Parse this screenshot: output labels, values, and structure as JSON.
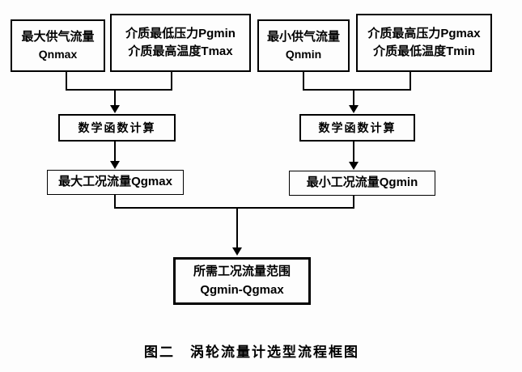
{
  "diagram": {
    "nodes": {
      "max_supply_flow": {
        "line1": "最大供气流量",
        "line2": "Qnmax"
      },
      "min_pressure_max_temp": {
        "line1": "介质最低压力Pgmin",
        "line2": "介质最高温度Tmax"
      },
      "min_supply_flow": {
        "line1": "最小供气流量",
        "line2": "Qnmin"
      },
      "max_pressure_min_temp": {
        "line1": "介质最高压力Pgmax",
        "line2": "介质最低温度Tmin"
      },
      "math_calc_left": {
        "label": "数学函数计算"
      },
      "math_calc_right": {
        "label": "数学函数计算"
      },
      "max_working_flow": {
        "label": "最大工况流量Qgmax"
      },
      "min_working_flow": {
        "label": "最小工况流量Qgmin"
      },
      "required_flow_range": {
        "line1": "所需工况流量范围",
        "line2": "Qgmin-Qgmax"
      }
    },
    "caption": "图二　涡轮流量计选型流程框图",
    "colors": {
      "line": "#000000",
      "background": "#ffffff",
      "text": "#000000"
    }
  }
}
